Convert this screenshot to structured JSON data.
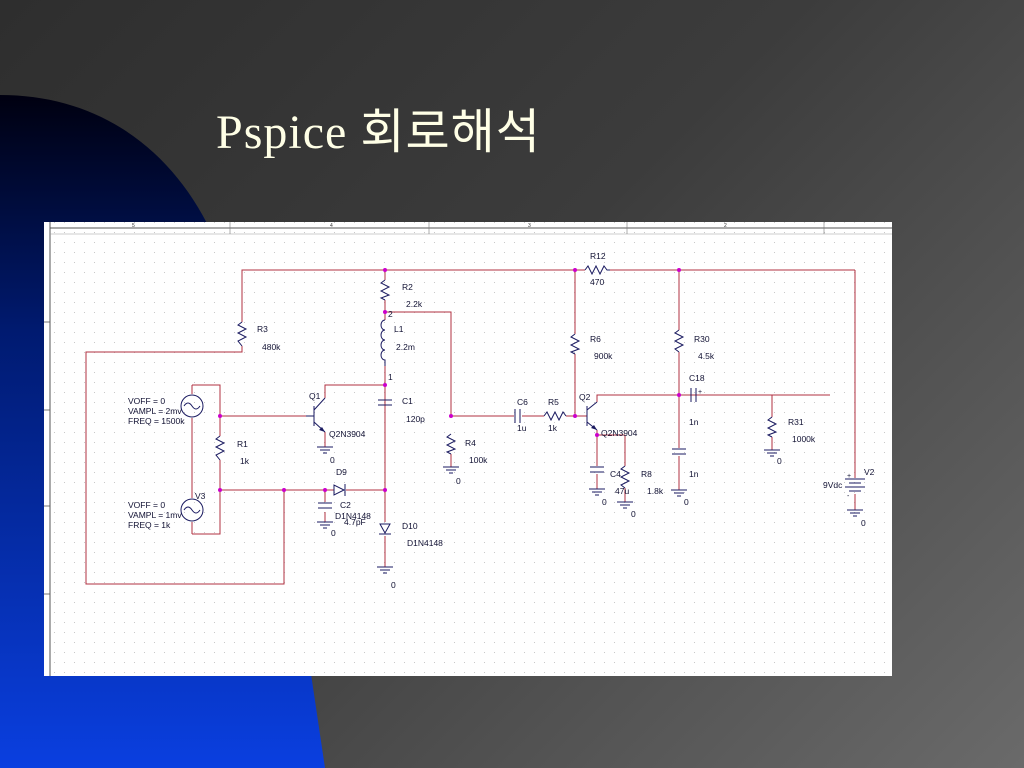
{
  "slide": {
    "title": "Pspice 회로해석"
  },
  "colors": {
    "wire": "#b03040",
    "component": "#1a1a60",
    "node": "#cc00cc",
    "background_accent": "#0a2fd0",
    "title": "#ffffe6"
  },
  "border": {
    "top_ticks": [
      "5",
      "4",
      "3",
      "2"
    ]
  },
  "labels": {
    "R12": "R12",
    "R12_val": "470",
    "R2": "R2",
    "R2_val": "2.2k",
    "R3": "R3",
    "R3_val": "480k",
    "L1": "L1",
    "L1_val": "2.2m",
    "node2": "2",
    "node1": "1",
    "Q1": "Q1",
    "Q1_model": "Q2N3904",
    "C1": "C1",
    "C1_val": "120p",
    "R4": "R4",
    "R4_val": "100k",
    "C6": "C6",
    "C6_val": "1u",
    "R5": "R5",
    "R5_val": "1k",
    "R6": "R6",
    "R6_val": "900k",
    "Q2": "Q2",
    "Q2_model": "Q2N3904",
    "R30": "R30",
    "R30_val": "4.5k",
    "C18": "C18",
    "C18_val": "1n",
    "R31": "R31",
    "R31_val": "1000k",
    "C4": "C4",
    "C4_val": "47u",
    "R8": "R8",
    "R8_val": "1.8k",
    "Cb": "1n",
    "V2": "V2",
    "V2_val": "9Vdc",
    "R1": "R1",
    "R1_val": "1k",
    "V1_voff": "VOFF = 0",
    "V1_vampl": "VAMPL = 2mv",
    "V1_freq": "FREQ = 1500k",
    "V3": "V3",
    "V3_voff": "VOFF = 0",
    "V3_vampl": "VAMPL = 1mv",
    "V3_freq": "FREQ = 1k",
    "D9": "D9",
    "D9_model": "D1N4148",
    "C2": "C2",
    "C2_val": "4.7pF",
    "D10": "D10",
    "D10_model": "D1N4148",
    "gnd": "0"
  }
}
